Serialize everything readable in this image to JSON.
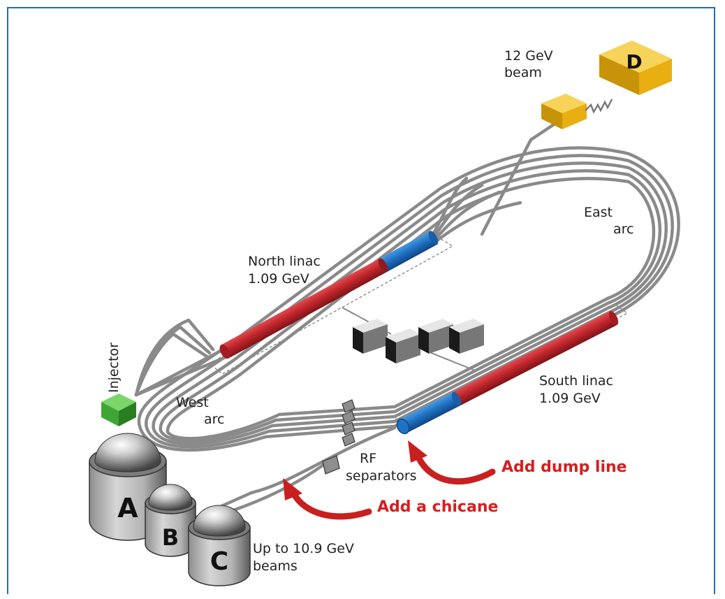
{
  "labels": {
    "beam_line1": "12 GeV",
    "beam_line2": "beam",
    "hall_d": "D",
    "east_arc_line1": "East",
    "east_arc_line2": "arc",
    "north_linac_line1": "North linac",
    "north_linac_line2": "1.09 GeV",
    "injector": "Injector",
    "south_linac_line1": "South linac",
    "south_linac_line2": "1.09 GeV",
    "west_arc_line1": "West",
    "west_arc_line2": "arc",
    "rf_line1": "RF",
    "rf_line2": "separators",
    "add_dump_line": "Add dump line",
    "add_chicane": "Add a chicane",
    "hall_a": "A",
    "hall_b": "B",
    "hall_c": "C",
    "beams_line1": "Up to 10.9 GeV",
    "beams_line2": "beams"
  },
  "colors": {
    "linac_red": "#c0262c",
    "linac_blue": "#1f72c4",
    "injector_green": "#3fa535",
    "hall_d_yellow": "#f2be1c",
    "annotation_red": "#d81e1e",
    "frame_blue": "#1f6fb3"
  }
}
